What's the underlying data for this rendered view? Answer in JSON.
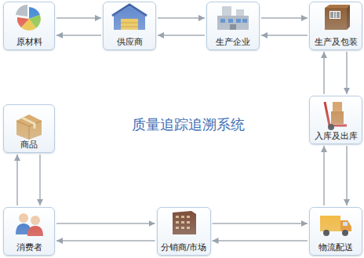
{
  "diagram": {
    "title": "质量追踪追溯系统",
    "nodes": [
      {
        "text": [
          "原材料"
        ]
      },
      {
        "text": [
          "供应商"
        ]
      },
      {
        "text": [
          "生产企业"
        ]
      },
      {
        "text": [
          "生产及包装"
        ]
      },
      {
        "text": [
          "入库及出库"
        ]
      },
      {
        "text": [
          "物流配送"
        ]
      },
      {
        "text": [
          "分销商/市场"
        ]
      },
      {
        "text": [
          "消费者"
        ]
      },
      {
        "text": [
          "商品"
        ]
      }
    ],
    "edges": [
      {
        "from": 0,
        "to": 1,
        "arrow": "to"
      },
      {
        "from": 1,
        "to": 0,
        "arrow": "to"
      },
      {
        "from": 1,
        "to": 2,
        "arrow": "to"
      },
      {
        "from": 2,
        "to": 1,
        "arrow": "to"
      },
      {
        "from": 2,
        "to": 3,
        "arrow": "to"
      },
      {
        "from": 3,
        "to": 2,
        "arrow": "to"
      },
      {
        "from": 4,
        "to": 3,
        "arrow": "to"
      },
      {
        "from": 3,
        "to": 4,
        "arrow": "to"
      },
      {
        "from": 5,
        "to": 4,
        "arrow": "to"
      },
      {
        "from": 4,
        "to": 5,
        "arrow": "to"
      },
      {
        "from": 6,
        "to": 5,
        "arrow": "to"
      },
      {
        "from": 5,
        "to": 6,
        "arrow": "to"
      },
      {
        "from": 7,
        "to": 6,
        "arrow": "to"
      },
      {
        "from": 6,
        "to": 7,
        "arrow": "to"
      },
      {
        "from": 7,
        "to": 8,
        "arrow": "to"
      },
      {
        "from": 8,
        "to": 7,
        "arrow": "to"
      }
    ]
  }
}
